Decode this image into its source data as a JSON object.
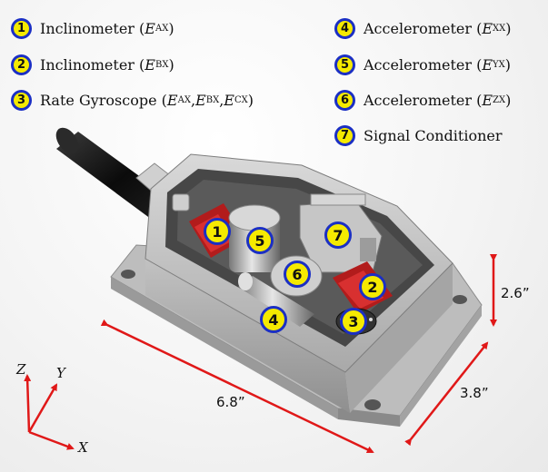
{
  "legend": [
    {
      "num": "1",
      "name": "Inclinometer",
      "open": "(",
      "close": ")",
      "vars": [
        {
          "base": "E",
          "sub": "AX"
        }
      ]
    },
    {
      "num": "2",
      "name": "Inclinometer",
      "open": "(",
      "close": ")",
      "vars": [
        {
          "base": "E",
          "sub": "BX"
        }
      ]
    },
    {
      "num": "3",
      "name": "Rate Gyroscope",
      "open": "(",
      "close": ")",
      "vars": [
        {
          "base": "E",
          "sub": "AX"
        },
        {
          "base": "E",
          "sub": "BX"
        },
        {
          "base": "E",
          "sub": "CX"
        }
      ]
    },
    {
      "num": "4",
      "name": "Accelerometer",
      "open": "(",
      "close": ")",
      "vars": [
        {
          "base": "E",
          "sub": "XX"
        }
      ]
    },
    {
      "num": "5",
      "name": "Accelerometer",
      "open": "(",
      "close": ")",
      "vars": [
        {
          "base": "E",
          "sub": "YX"
        }
      ]
    },
    {
      "num": "6",
      "name": "Accelerometer",
      "open": "(",
      "close": ")",
      "vars": [
        {
          "base": "E",
          "sub": "ZX"
        }
      ]
    },
    {
      "num": "7",
      "name": "Signal Conditioner",
      "open": "",
      "close": "",
      "vars": []
    }
  ],
  "markers": [
    "1",
    "2",
    "3",
    "4",
    "5",
    "6",
    "7"
  ],
  "dimensions": {
    "length": "6.8”",
    "width": "3.8”",
    "height": "2.6”"
  },
  "axes": {
    "z": "Z",
    "y": "Y",
    "x": "X"
  },
  "colors": {
    "badge_fill": "#f5ea00",
    "badge_ring": "#1b2fc4",
    "dimension_arrow": "#e01818",
    "housing": "#b4b4b4"
  }
}
